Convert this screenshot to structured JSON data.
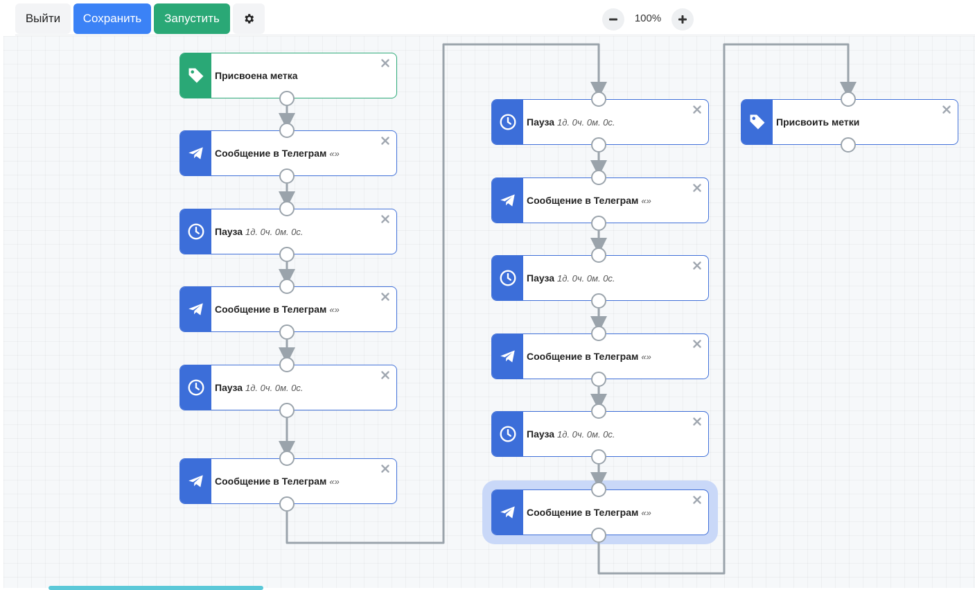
{
  "toolbar": {
    "exit_label": "Выйти",
    "save_label": "Сохранить",
    "run_label": "Запустить",
    "zoom_level": "100%"
  },
  "nodes": [
    {
      "id": "n1",
      "kind": "tag-trigger",
      "icon": "tag-icon",
      "title": "Присвоена метка",
      "detail": ""
    },
    {
      "id": "n2",
      "kind": "telegram",
      "icon": "telegram-icon",
      "title": "Сообщение в Телеграм",
      "detail": "«»"
    },
    {
      "id": "n3",
      "kind": "pause",
      "icon": "clock-icon",
      "title": "Пауза",
      "detail": "1д. 0ч. 0м. 0с."
    },
    {
      "id": "n4",
      "kind": "telegram",
      "icon": "telegram-icon",
      "title": "Сообщение в Телеграм",
      "detail": "«»"
    },
    {
      "id": "n5",
      "kind": "pause",
      "icon": "clock-icon",
      "title": "Пауза",
      "detail": "1д. 0ч. 0м. 0с."
    },
    {
      "id": "n6",
      "kind": "telegram",
      "icon": "telegram-icon",
      "title": "Сообщение в Телеграм",
      "detail": "«»"
    },
    {
      "id": "n7",
      "kind": "pause",
      "icon": "clock-icon",
      "title": "Пауза",
      "detail": "1д. 0ч. 0м. 0с."
    },
    {
      "id": "n8",
      "kind": "telegram",
      "icon": "telegram-icon",
      "title": "Сообщение в Телеграм",
      "detail": "«»"
    },
    {
      "id": "n9",
      "kind": "pause",
      "icon": "clock-icon",
      "title": "Пауза",
      "detail": "1д. 0ч. 0м. 0с."
    },
    {
      "id": "n10",
      "kind": "telegram",
      "icon": "telegram-icon",
      "title": "Сообщение в Телеграм",
      "detail": "«»"
    },
    {
      "id": "n11",
      "kind": "pause",
      "icon": "clock-icon",
      "title": "Пауза",
      "detail": "1д. 0ч. 0м. 0с."
    },
    {
      "id": "n12",
      "kind": "telegram",
      "icon": "telegram-icon",
      "title": "Сообщение в Телеграм",
      "detail": "«»",
      "selected": true
    },
    {
      "id": "n13",
      "kind": "tag-action",
      "icon": "tag-icon",
      "title": "Присвоить метки",
      "detail": ""
    }
  ],
  "colors": {
    "action": "#3c6ed9",
    "trigger": "#2aa876",
    "save": "#3b82f6",
    "run": "#2aa876",
    "wire": "#9aa3ab"
  }
}
